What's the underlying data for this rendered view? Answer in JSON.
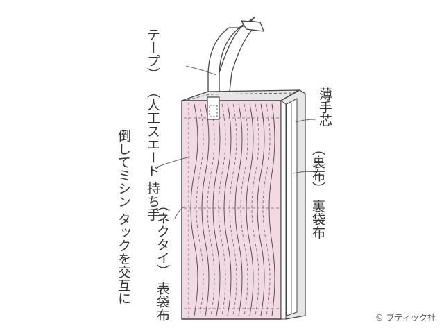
{
  "labels": {
    "handle": [
      "持ち手",
      "（人工スエード",
      "テープ）"
    ],
    "tuck": [
      "タックを交互に",
      "倒してミシン"
    ],
    "outer_bag": [
      "表袋布",
      "（ネクタイ）"
    ],
    "interfacing": [
      "薄手芯"
    ],
    "lining": [
      "裏袋布",
      "（裏布）"
    ]
  },
  "credit": "© ブティック社",
  "colors": {
    "outer_fabric": "#f2d9e4",
    "lining_fabric": "#e6e6e6",
    "line": "#444444"
  }
}
